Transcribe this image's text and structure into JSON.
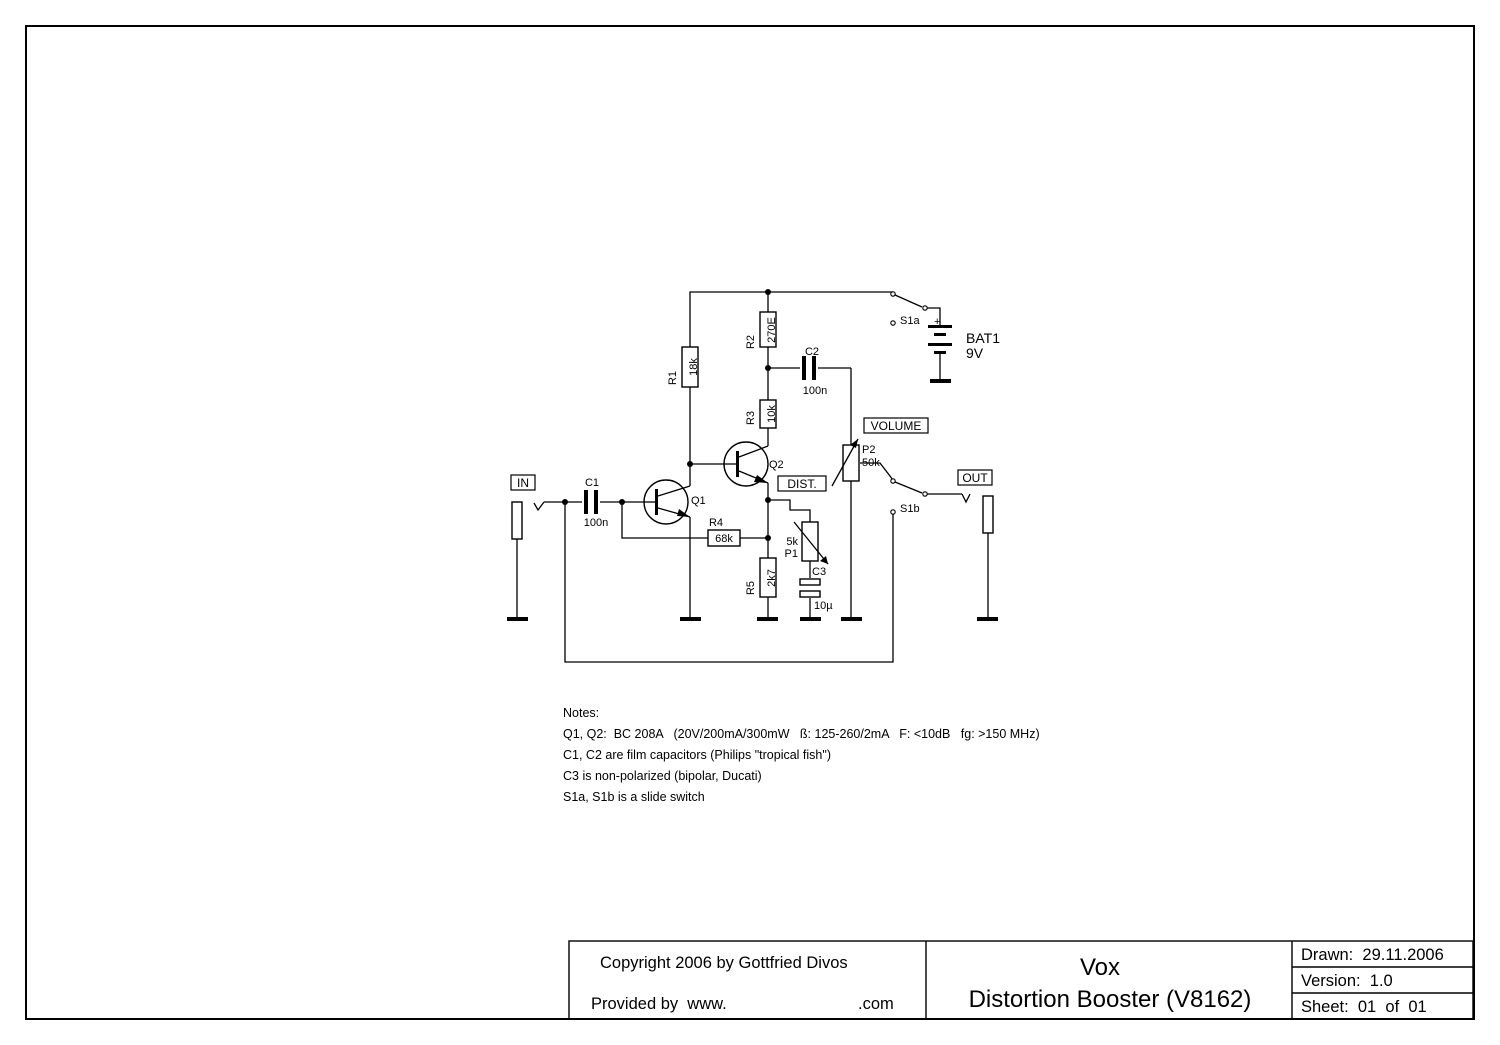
{
  "labels": {
    "in": "IN",
    "out": "OUT",
    "volume": "VOLUME",
    "dist": "DIST."
  },
  "components": {
    "c1": {
      "ref": "C1",
      "value": "100n"
    },
    "c2": {
      "ref": "C2",
      "value": "100n"
    },
    "c3": {
      "ref": "C3",
      "value": "10µ"
    },
    "r1": {
      "ref": "R1",
      "value": "18k"
    },
    "r2": {
      "ref": "R2",
      "value": "270E"
    },
    "r3": {
      "ref": "R3",
      "value": "10k"
    },
    "r4": {
      "ref": "R4",
      "value": "68k"
    },
    "r5": {
      "ref": "R5",
      "value": "2k7"
    },
    "q1": {
      "ref": "Q1"
    },
    "q2": {
      "ref": "Q2"
    },
    "p1": {
      "ref": "P1",
      "value": "5k"
    },
    "p2": {
      "ref": "P2",
      "value": "50k"
    },
    "s1a": {
      "ref": "S1a"
    },
    "s1b": {
      "ref": "S1b"
    },
    "bat1": {
      "ref": "BAT1",
      "value": "9V",
      "plus": "+"
    }
  },
  "notes": {
    "heading": "Notes:",
    "lines": [
      "Q1, Q2:  BC 208A   (20V/200mA/300mW   ß: 125-260/2mA   F: <10dB   fg: >150 MHz)",
      "C1, C2 are film capacitors (Philips \"tropical fish\")",
      "C3 is non-polarized (bipolar, Ducati)",
      "S1a, S1b is a slide switch"
    ]
  },
  "title_block": {
    "copyright": "Copyright 2006 by Gottfried Divos",
    "provided_by": "Provided by  www.",
    "provided_suffix": ".com",
    "title_line1": "Vox",
    "title_line2": "Distortion Booster (V8162)",
    "drawn": "Drawn:  29.11.2006",
    "version": "Version:  1.0",
    "sheet": "Sheet:  01  of  01"
  }
}
